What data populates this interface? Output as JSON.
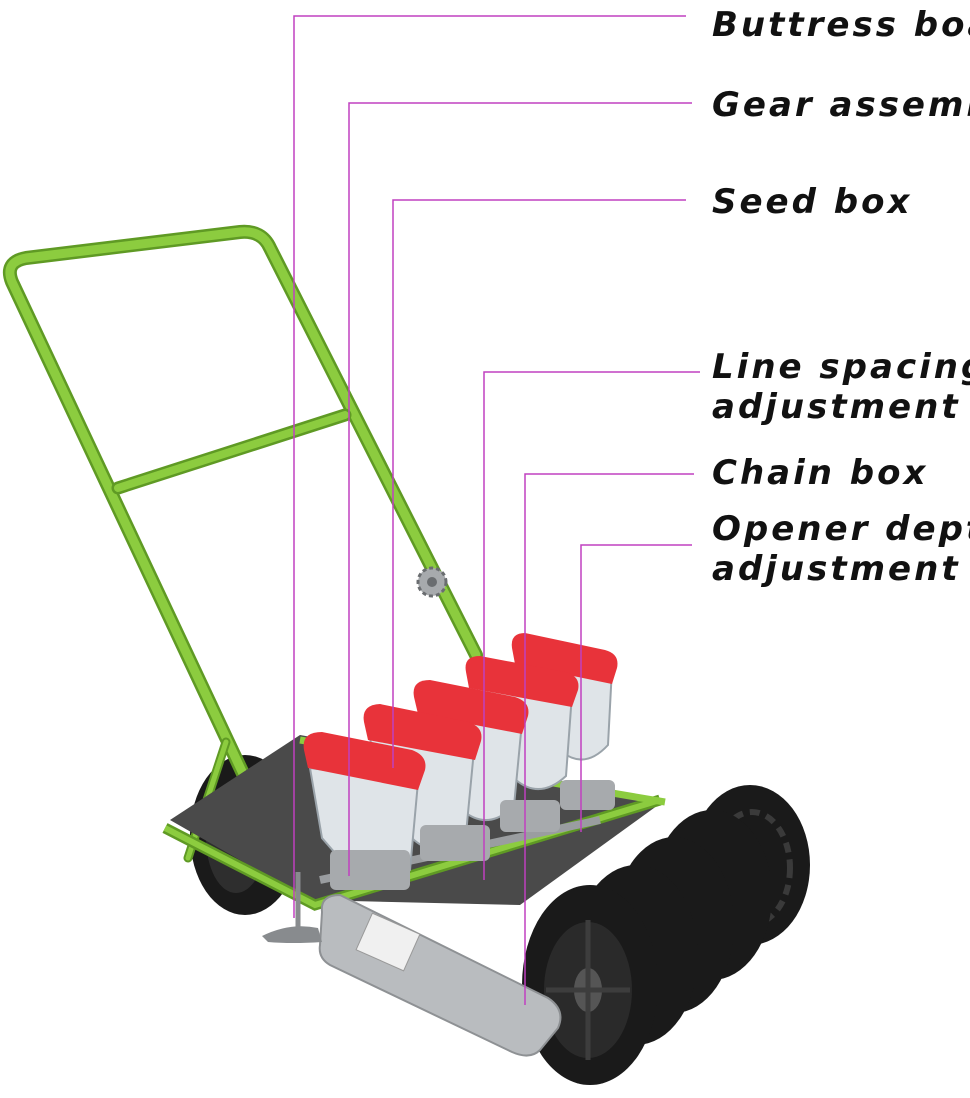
{
  "colors": {
    "frame": "#8ccc3f",
    "frame_dark": "#5f9a24",
    "leader": "#c040c0",
    "hopper_lid": "#e8333a",
    "wheel": "#1a1a1a",
    "bracket": "#b9bcbf"
  },
  "callouts": [
    {
      "id": "buttress",
      "lines": [
        "Buttress board"
      ]
    },
    {
      "id": "gear",
      "lines": [
        "Gear assembly"
      ]
    },
    {
      "id": "seedbox",
      "lines": [
        "Seed box"
      ]
    },
    {
      "id": "spacing",
      "lines": [
        "Line spacing",
        "adjustment screw"
      ]
    },
    {
      "id": "chain",
      "lines": [
        "Chain box"
      ]
    },
    {
      "id": "opener",
      "lines": [
        "Opener depth",
        "adjustment"
      ]
    }
  ],
  "illustration": {
    "subject": "push seeder",
    "hopper_count": 5,
    "wheel_count": 5
  }
}
